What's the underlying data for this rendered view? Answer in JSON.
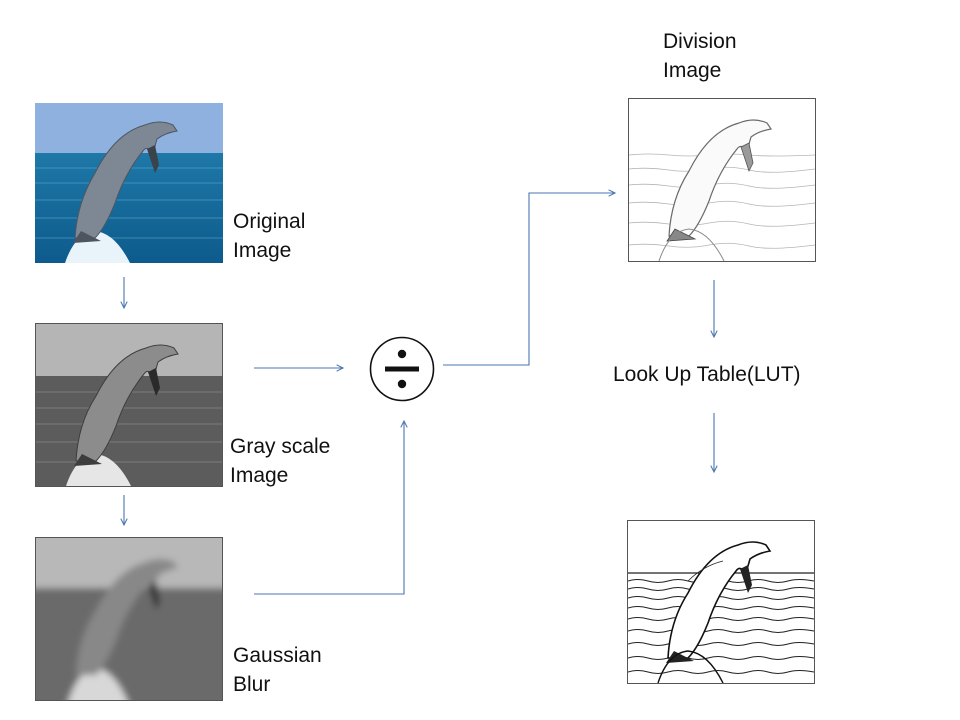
{
  "labels": {
    "original": "Original\nImage",
    "grayscale": "Gray scale\nImage",
    "blur": "Gaussian\nBlur",
    "division": "Division\nImage",
    "lut": "Look Up Table(LUT)"
  },
  "operator": {
    "symbol": "÷",
    "icon": "divide-icon"
  },
  "colors": {
    "arrow": "#4a76b0",
    "sky": "#8fb1e0",
    "sea": "#1f6fa0",
    "dolphin": "#7d8894",
    "image_border": "#555555"
  }
}
